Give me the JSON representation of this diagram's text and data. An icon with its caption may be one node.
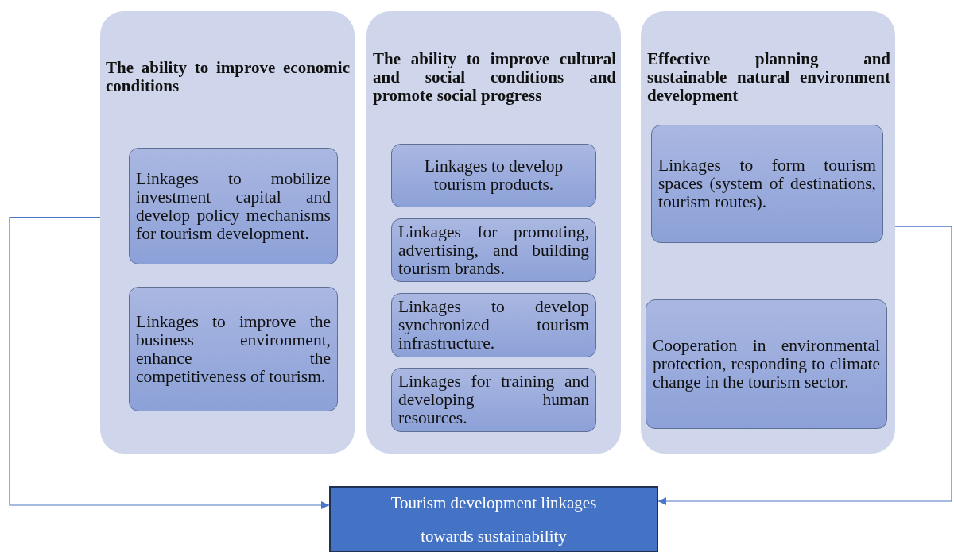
{
  "diagram": {
    "nodes": [
      {
        "text": [
          "The ability to improve economic conditions"
        ]
      },
      {
        "text": [
          "Linkages to mobilize investment capital and develop policy mechanisms for tourism development."
        ],
        "in": 0
      },
      {
        "text": [
          "Linkages to improve the business environment, enhance the competitiveness of tourism."
        ],
        "in": 0
      },
      {
        "text": [
          "The ability to improve cultural and social conditions and promote social progress"
        ]
      },
      {
        "text": [
          "Linkages to develop tourism products."
        ],
        "in": 3
      },
      {
        "text": [
          "Linkages for promoting, advertising, and building tourism brands."
        ],
        "in": 3
      },
      {
        "text": [
          "Linkages to develop synchronized tourism infrastructure."
        ],
        "in": 3
      },
      {
        "text": [
          "Linkages for training and developing human resources."
        ],
        "in": 3
      },
      {
        "text": [
          "Effective planning and sustainable natural environment development"
        ]
      },
      {
        "text": [
          "Linkages to form tourism spaces (system of destinations, tourism routes)."
        ],
        "in": 8
      },
      {
        "text": [
          "Cooperation in environmental protection, responding to climate change in the tourism sector."
        ],
        "in": 8
      },
      {
        "text": [
          "Tourism development linkages towards sustainability"
        ]
      }
    ],
    "edges": [
      {
        "from": 0,
        "to": 11,
        "arrow": "to"
      },
      {
        "from": 8,
        "to": 11,
        "arrow": "to"
      }
    ]
  }
}
